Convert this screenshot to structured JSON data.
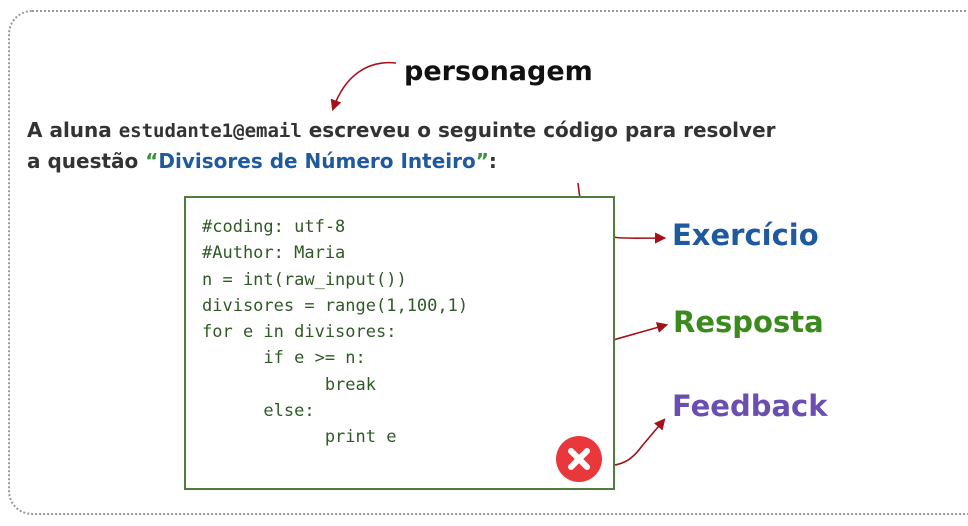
{
  "labels": {
    "personagem": "personagem",
    "exercicio": "Exercício",
    "resposta": "Resposta",
    "feedback": "Feedback"
  },
  "sentence": {
    "part1": "A aluna ",
    "email": "estudante1@email",
    "part2": " escreveu o seguinte código para resolver",
    "part3": "a questão ",
    "open_quote": "“",
    "question_title": "Divisores de Número Inteiro",
    "close_quote": "”",
    "colon": ":"
  },
  "code": {
    "lines": [
      "#coding: utf-8",
      "#Author: Maria",
      "n = int(raw_input())",
      "divisores = range(1,100,1)",
      "for e in divisores:",
      "      if e >= n:",
      "            break",
      "      else:",
      "            print e"
    ]
  },
  "feedback_icon": "close-x-icon",
  "colors": {
    "exercicio": "#1f5a9e",
    "resposta": "#3a8a1e",
    "feedback": "#6a4fb0",
    "arrow": "#a3121a",
    "error_badge": "#e8383b"
  }
}
